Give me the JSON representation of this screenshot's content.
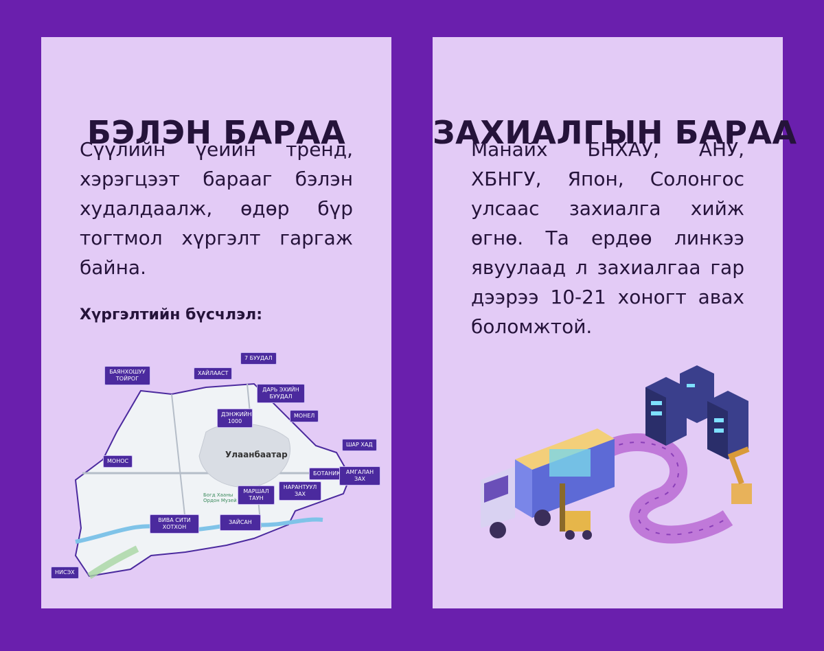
{
  "left_card": {
    "title": "БЭЛЭН БАРАА",
    "text": "Сүүлийн үеийн тренд, хэрэгцээт барааг бэлэн худалдаалж, өдөр бүр тогтмол хүргэлт гаргаж байна.",
    "coverage_label": "Хүргэлтийн бүсчлэл:",
    "map": {
      "city_label": "Улаанбаатар",
      "pins": [
        "БАЯНХОШУУ ТОЙРОГ",
        "ХАЙЛААСТ",
        "7 БУУДАЛ",
        "ДАРЬ ЭХИЙН БУУДАЛ",
        "ДЭНЖИЙН 1000",
        "МОНЕЛ",
        "ШАР ХАД",
        "МОНОС",
        "БОТАНИК",
        "АМГАЛАН ЗАХ",
        "МАРШАЛ ТАУН",
        "НАРАНТУУЛ ЗАХ",
        "ВИВА СИТИ ХОТХОН",
        "ЗАЙСАН",
        "НИСЭХ"
      ],
      "small_labels": [
        "Богд Хааны Ордон Музей"
      ]
    }
  },
  "right_card": {
    "title": "ЗАХИАЛГЫН БАРАА",
    "text": "Манайх БНХАУ, АНУ, ХБНГУ, Япон, Солонгос улсаас захиалга хийж өгнө. Та ердөө линкээ явуулаад л захиалгаа гар дээрээ 10-21 хоногт авах боломжтой."
  },
  "colors": {
    "background": "#6a1fad",
    "card": "#e3cbf6",
    "text": "#25133a",
    "pin": "#4b2a9e"
  }
}
